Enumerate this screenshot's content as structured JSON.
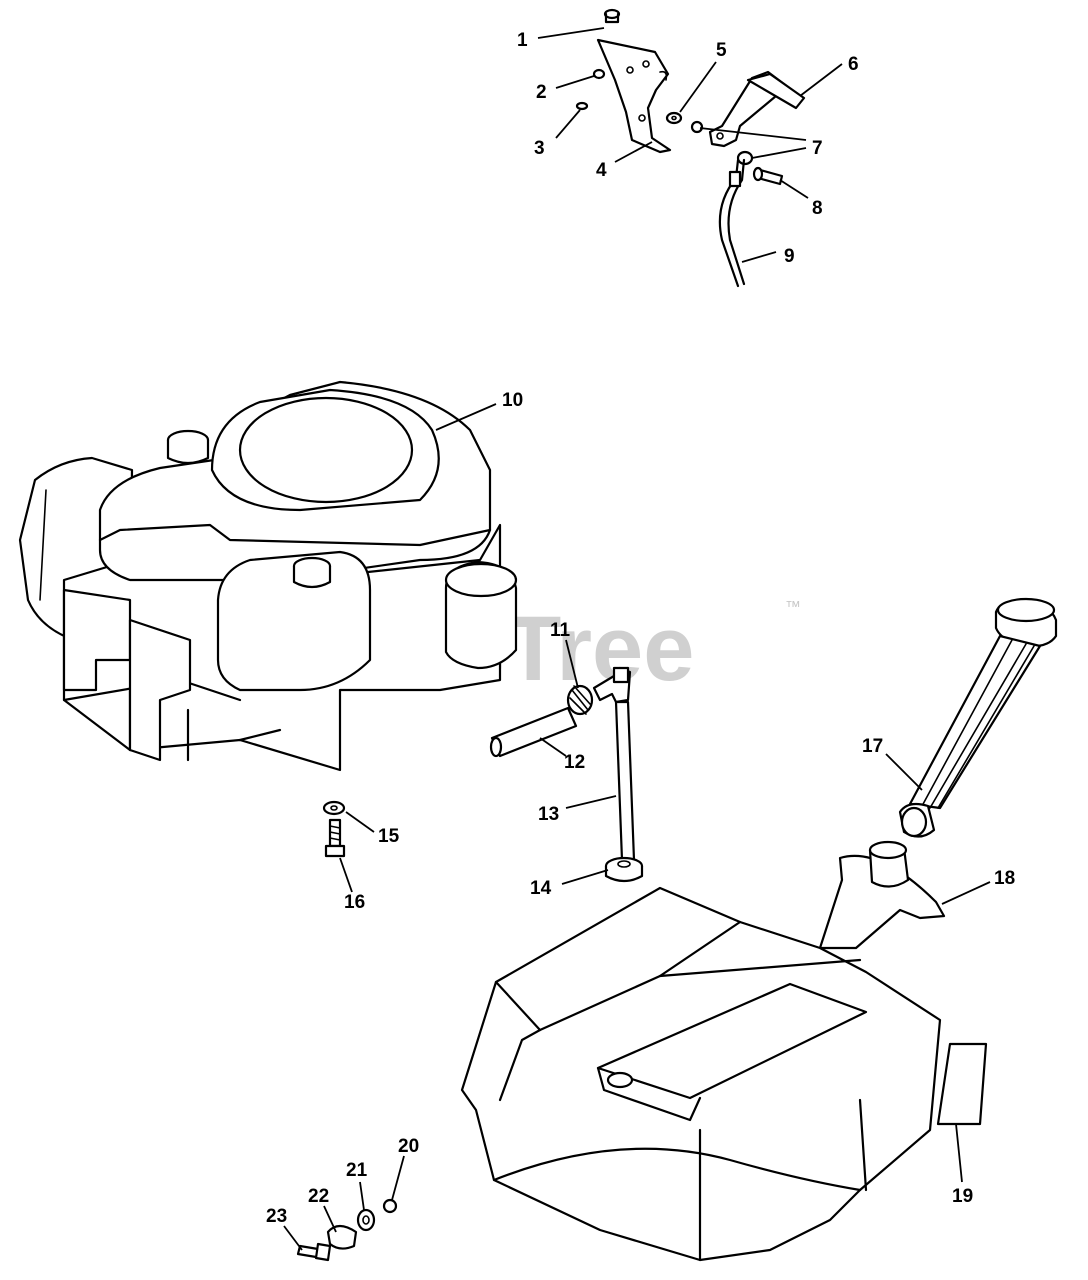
{
  "watermark": {
    "text": "PartsTree",
    "trademark": "™",
    "color": "#c8c8c8"
  },
  "callouts": {
    "c1": "1",
    "c2": "2",
    "c3": "3",
    "c4": "4",
    "c5": "5",
    "c6": "6",
    "c7": "7",
    "c8": "8",
    "c9": "9",
    "c10": "10",
    "c11": "11",
    "c12": "12",
    "c13": "13",
    "c14": "14",
    "c15": "15",
    "c16": "16",
    "c17": "17",
    "c18": "18",
    "c19": "19",
    "c20": "20",
    "c21": "21",
    "c22": "22",
    "c23": "23"
  }
}
